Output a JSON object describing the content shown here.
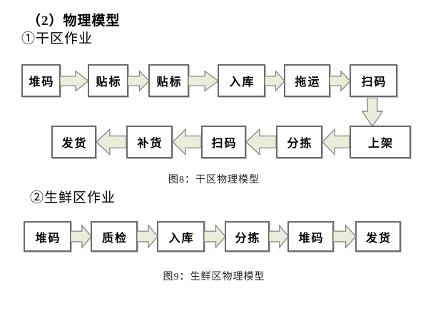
{
  "document": {
    "heading": "（2）物理模型",
    "section1": "①干区作业",
    "section2": "②生鲜区作业"
  },
  "fig8": {
    "caption": "图8：干区物理模型",
    "row1": [
      "堆码",
      "贴标",
      "贴标",
      "入库",
      "拖运",
      "扫码"
    ],
    "row2": [
      "发货",
      "补货",
      "扫码",
      "分拣",
      "上架"
    ]
  },
  "fig9": {
    "caption": "图9：生鲜区物理模型",
    "row": [
      "堆码",
      "质检",
      "入库",
      "分拣",
      "堆码",
      "发货"
    ]
  },
  "colors": {
    "arrow_fill": "#e8eed9",
    "arrow_stroke": "#858585",
    "box_border": "#6b6b6b",
    "background": "#ffffff",
    "text": "#000000"
  }
}
